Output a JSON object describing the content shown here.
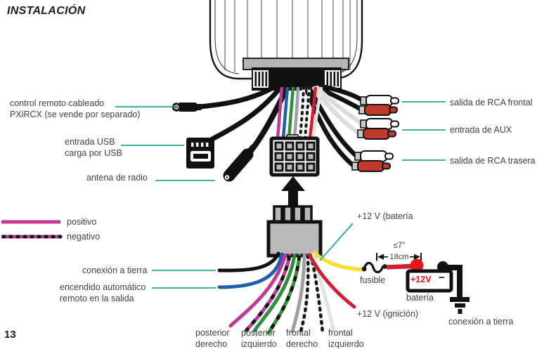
{
  "page": {
    "title": "INSTALACIÓN",
    "number": "13"
  },
  "colors": {
    "leader_teal": "#27a79a",
    "positive_magenta": "#bf3995",
    "negative_dash": "#151515",
    "blue_wire": "#1d5fa8",
    "green_wire": "#2e8f3c",
    "gray_wire": "#a0a0a0",
    "white_wire": "#e6e6e6",
    "red_wire": "#cf2030",
    "yellow_wire": "#f3e131",
    "rca_red": "#bf3a2b",
    "battery_plus_red": "#e8171f"
  },
  "legend": {
    "positive": "positivo",
    "negative": "negativo"
  },
  "left_labels": {
    "remote": {
      "line1": "control remoto cableado",
      "line2": "PXiRCX (se vende por separado)"
    },
    "usb": {
      "line1": "entrada USB",
      "line2": "carga por USB"
    },
    "antenna": "antena de radio",
    "ground": "conexión a tierra",
    "remote_turn_on": {
      "line1": "encendido automático",
      "line2": "remoto en la salida"
    }
  },
  "right_labels": {
    "rca_front": "salida de RCA frontal",
    "aux": "entrada de AUX",
    "rca_rear": "salida de RCA trasera"
  },
  "power": {
    "battery_12v": "+12 V (batería",
    "ignition_12v": "+12 V (ignición)",
    "fuse": "fusible",
    "battery": "batería",
    "battery_plus": "+12V",
    "battery_minus": "−",
    "ground": "conexión a tierra",
    "dim_in": "≤7\"",
    "dim_cm": "18cm"
  },
  "speakers": [
    {
      "line1": "posterior",
      "line2": "derecho"
    },
    {
      "line1": "posterior",
      "line2": "izquierdo"
    },
    {
      "line1": "frontal",
      "line2": "derecho"
    },
    {
      "line1": "frontal",
      "line2": "izquierdo"
    }
  ]
}
